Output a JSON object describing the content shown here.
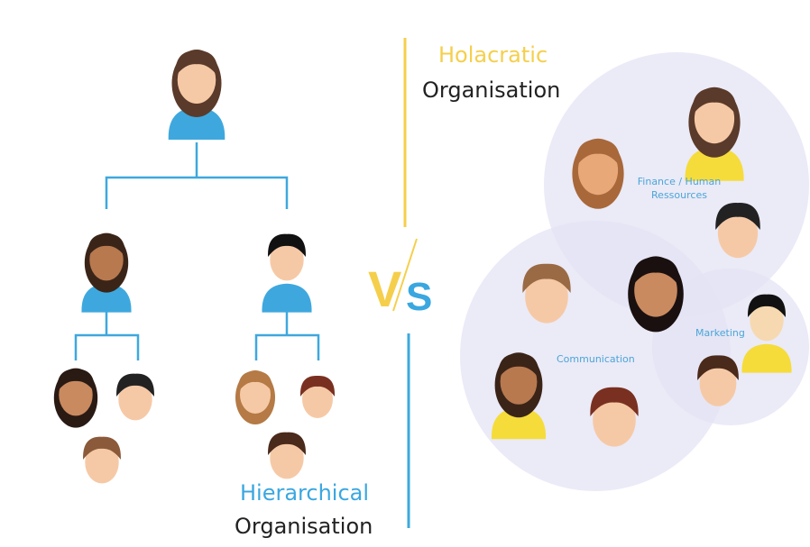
{
  "holacratic": {
    "title_1": "Holacratic",
    "title_2": "Organisation"
  },
  "hierarchical": {
    "title_1": "Hierarchical",
    "title_2": "Organisation"
  },
  "vs": {
    "v": "V",
    "s": "S"
  },
  "circles": [
    {
      "label_1": "Finance / Human",
      "label_2": "Ressources"
    },
    {
      "label_1": "Communication"
    },
    {
      "label_1": "Marketing"
    }
  ],
  "colors": {
    "line_blue": "#3ea8de",
    "yellow": "#f5cf4c",
    "circle": "#e4e3f4"
  }
}
